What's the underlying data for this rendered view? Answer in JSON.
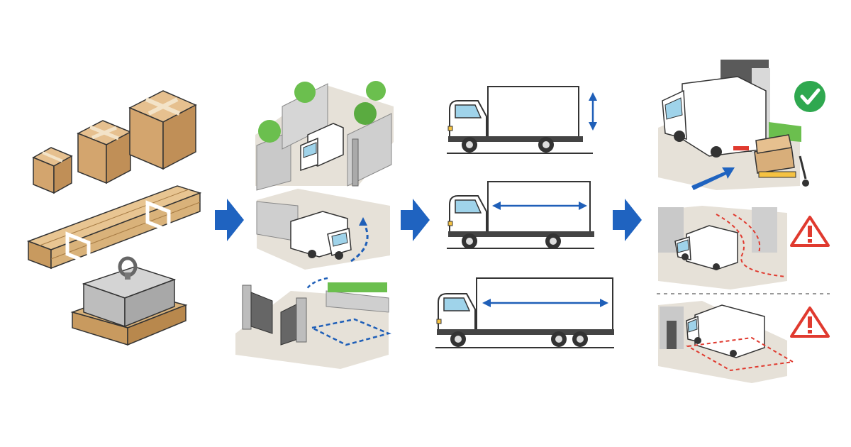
{
  "stages": [
    {
      "id": "cargo",
      "items": [
        "small-box",
        "medium-box",
        "large-box",
        "long-lumber-bundle",
        "heavy-block-on-pallet"
      ]
    },
    {
      "id": "site-access",
      "items": [
        "narrow-alley",
        "tight-turn",
        "gate-and-parking-space"
      ]
    },
    {
      "id": "truck-size",
      "items": [
        "height-check",
        "length-short",
        "length-long"
      ]
    },
    {
      "id": "result",
      "items": [
        "ok",
        "warning",
        "warning"
      ]
    }
  ],
  "icons": {
    "flow_arrow": "right-arrow-icon",
    "ok": "check-circle-icon",
    "warning": "warning-triangle-icon"
  },
  "colors": {
    "arrow": "#1f63c0",
    "dimension": "#1f5fb8",
    "ok": "#2fa84f",
    "warning": "#e03a2f",
    "cardboard": "#d8ae7a",
    "lumber": "#d9b27a",
    "concrete": "#bfbfbf",
    "greenery": "#6bbf4e",
    "ground": "#e6e1d8"
  }
}
